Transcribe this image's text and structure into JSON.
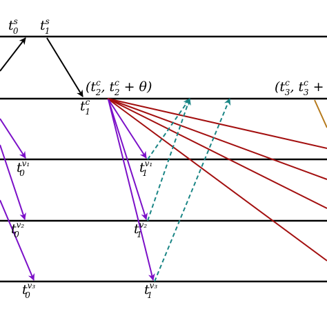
{
  "labels": {
    "t0_s": {
      "base": "t",
      "sup": "s",
      "sub": "0"
    },
    "t1_s": {
      "base": "t",
      "sup": "s",
      "sub": "1"
    },
    "t1_c": {
      "base": "t",
      "sup": "c",
      "sub": "1"
    },
    "t0_v1": {
      "base": "t",
      "sup": "v₁",
      "sub": "0"
    },
    "t0_v2": {
      "base": "t",
      "sup": "v₂",
      "sub": "0"
    },
    "t0_v3": {
      "base": "t",
      "sup": "v₃",
      "sub": "0"
    },
    "t1_v1": {
      "base": "t",
      "sup": "v₁",
      "sub": "1"
    },
    "t1_v2": {
      "base": "t",
      "sup": "v₂",
      "sub": "1"
    },
    "t1_v3": {
      "base": "t",
      "sup": "v₃",
      "sub": "1"
    },
    "interval2": {
      "open": "(",
      "a_base": "t",
      "a_sup": "c",
      "a_sub": "2",
      "sep": ", ",
      "b_base": "t",
      "b_sup": "c",
      "b_sub": "2",
      "plus": " + ",
      "theta": "θ",
      "close": ")"
    },
    "interval3": {
      "open": "(",
      "a_base": "t",
      "a_sup": "c",
      "a_sub": "3",
      "sep": ", ",
      "b_base": "t",
      "b_sup": "c",
      "b_sub": "3",
      "plus": " +"
    }
  },
  "colors": {
    "timeline": "#000000",
    "server_arrow": "#000000",
    "client_to_validator": "#7b10c8",
    "validator_dashed": "#1a8585",
    "client_broadcast": "#a30f0f",
    "orange_arrow": "#b5791b"
  }
}
